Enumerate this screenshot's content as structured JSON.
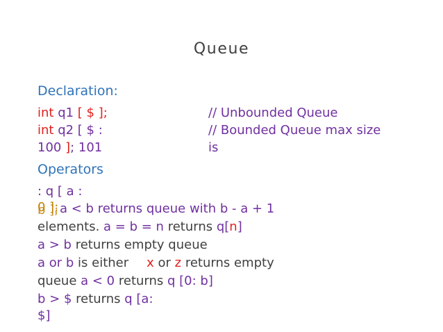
{
  "title": "Queue",
  "declaration": {
    "heading": "Declaration:",
    "left_lines": [
      {
        "kw": "int",
        "rest": " q1 ",
        "tail": "[ $ ];"
      },
      {
        "kw": "int",
        "rest": " q2 ",
        "tail": "[ $ :"
      },
      {
        "a": "100 ",
        "b": "]",
        "c": "; 101"
      }
    ],
    "right_lines": [
      "// Unbounded Queue",
      "// Bounded Queue max size",
      "is"
    ]
  },
  "operators": {
    "heading": "Operators",
    "line1": ": q [ a :",
    "overlap": "0 ];",
    "overlap2": "b ];",
    "line2": {
      "a": " a < b ",
      "b": "returns queue with b - a + 1"
    },
    "line3": {
      "a": "elements. ",
      "b": "a = b = n",
      "c": " returns ",
      "d": "q[",
      "e": "n",
      "f": "]"
    },
    "line4": {
      "a": "a > b",
      "b": " returns empty queue"
    },
    "line5": {
      "a": "a or b",
      "b": " is either",
      "c": "x",
      "d": " or ",
      "e": "z",
      "f": " returns empty"
    },
    "line6": {
      "a": "queue ",
      "b": "a < 0",
      "c": " returns ",
      "d": "q [0: b]"
    },
    "line7": {
      "a": "b > $",
      "b": " returns ",
      "c": "q [a:"
    },
    "line8": "$]"
  }
}
